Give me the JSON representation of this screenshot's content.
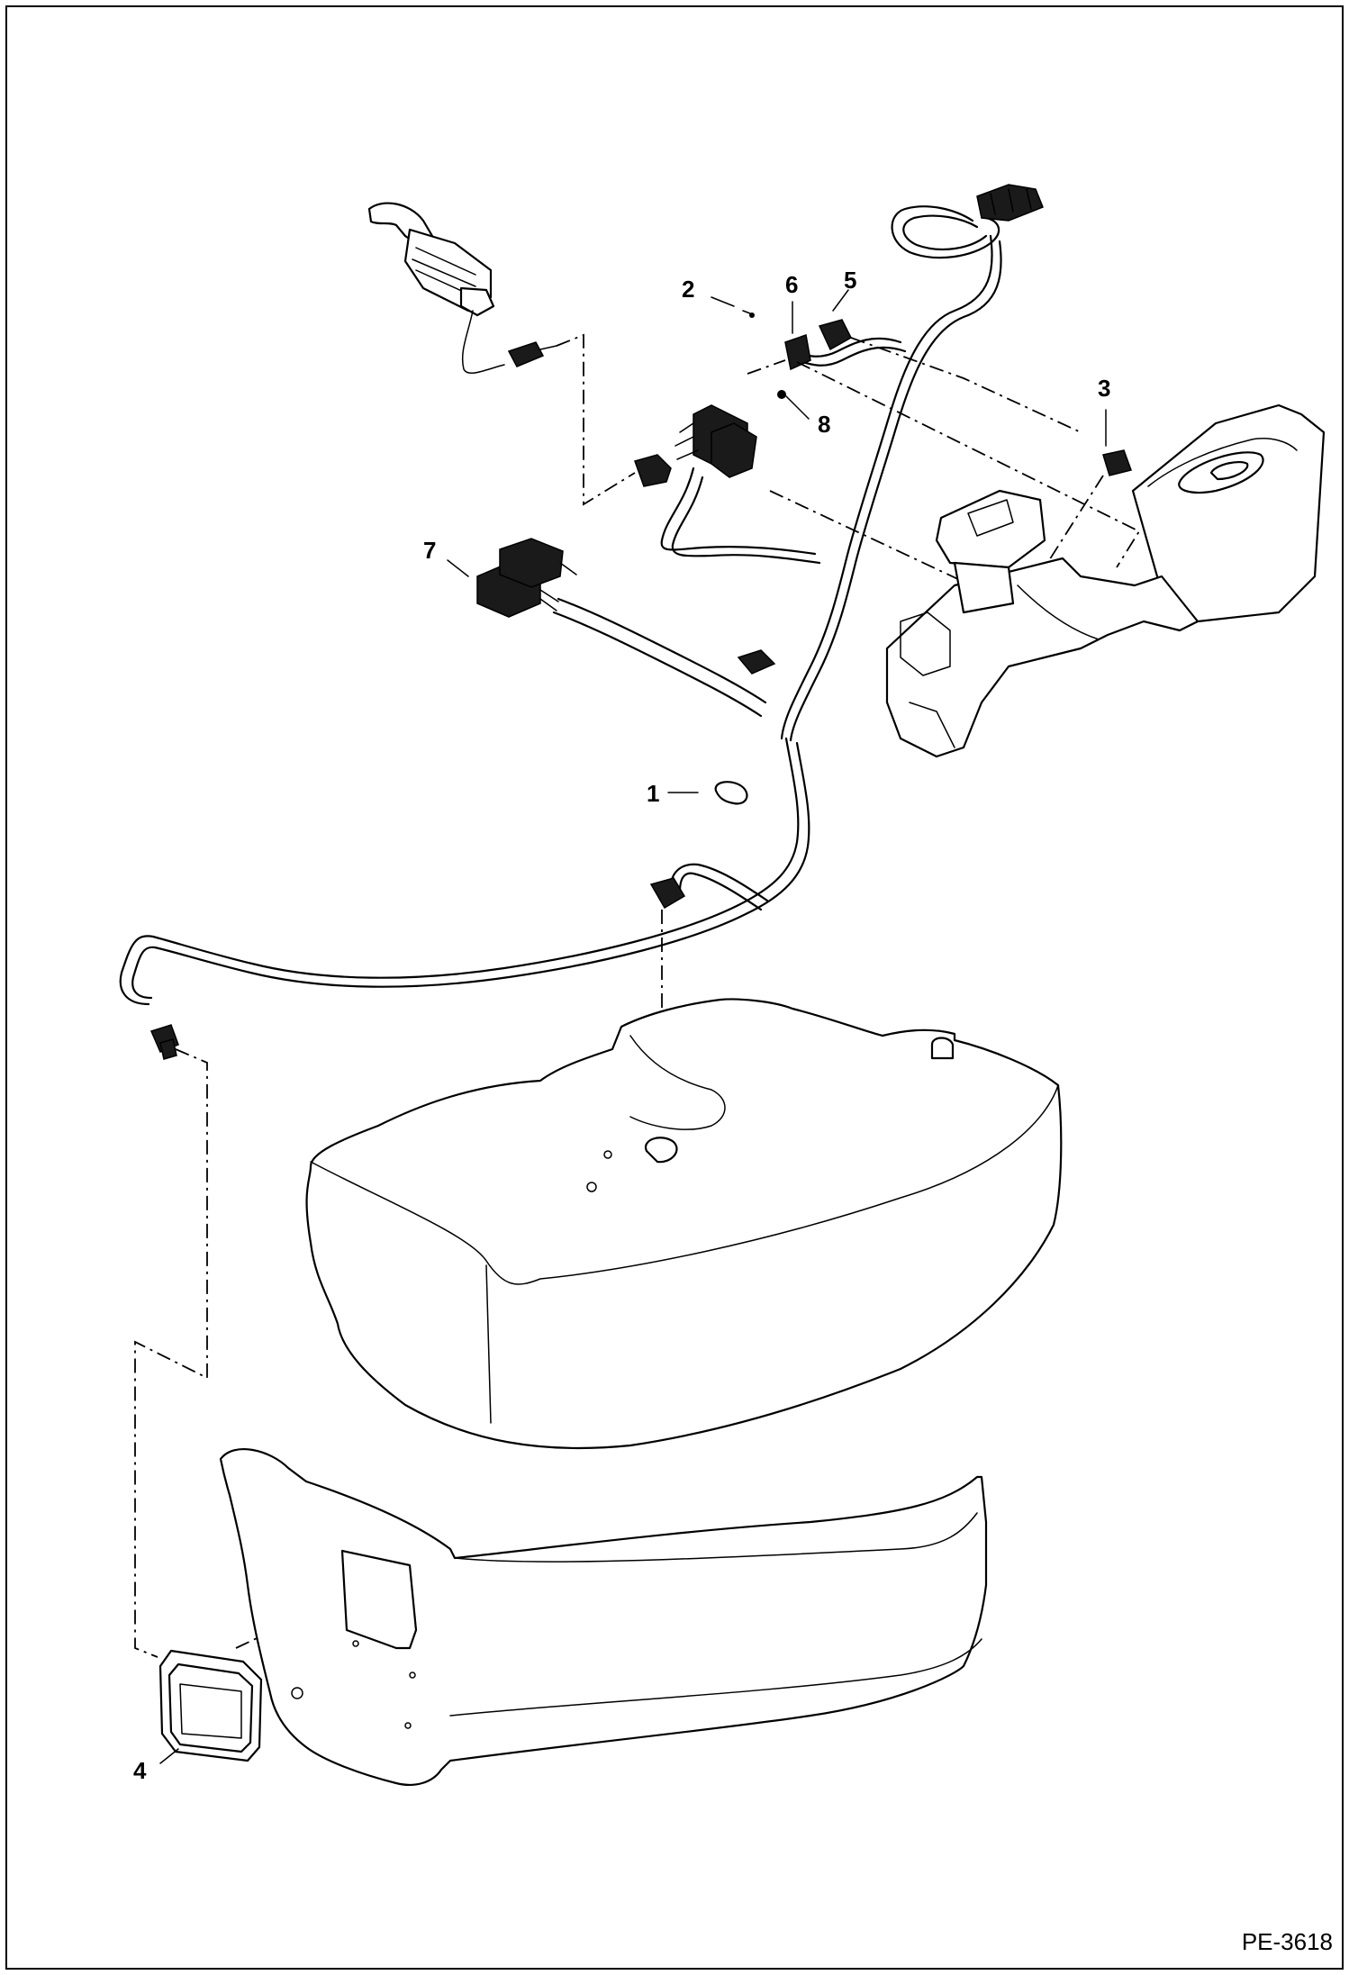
{
  "drawing_id": "PE-3618",
  "callouts": [
    {
      "key": "1",
      "text": "1"
    },
    {
      "key": "2",
      "text": "2"
    },
    {
      "key": "3",
      "text": "3"
    },
    {
      "key": "4",
      "text": "4"
    },
    {
      "key": "5",
      "text": "5"
    },
    {
      "key": "6",
      "text": "6"
    },
    {
      "key": "7",
      "text": "7"
    },
    {
      "key": "8",
      "text": "8"
    }
  ]
}
